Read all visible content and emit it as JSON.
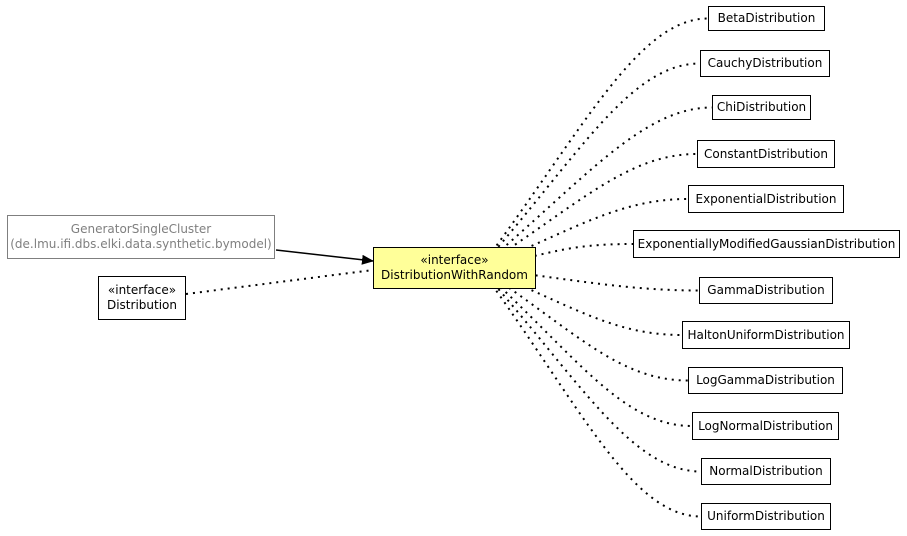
{
  "diagram": {
    "center": {
      "stereotype": "«interface»",
      "name": "DistributionWithRandom"
    },
    "user": {
      "name": "GeneratorSingleCluster",
      "package": "(de.lmu.ifi.dbs.elki.data.synthetic.bymodel)"
    },
    "parent": {
      "stereotype": "«interface»",
      "name": "Distribution"
    },
    "implementations": [
      "BetaDistribution",
      "CauchyDistribution",
      "ChiDistribution",
      "ConstantDistribution",
      "ExponentialDistribution",
      "ExponentiallyModifiedGaussianDistribution",
      "GammaDistribution",
      "HaltonUniformDistribution",
      "LogGammaDistribution",
      "LogNormalDistribution",
      "NormalDistribution",
      "UniformDistribution"
    ]
  },
  "colors": {
    "highlight_fill": "#ffff99",
    "border": "#000000",
    "muted": "#7f7f7f"
  }
}
